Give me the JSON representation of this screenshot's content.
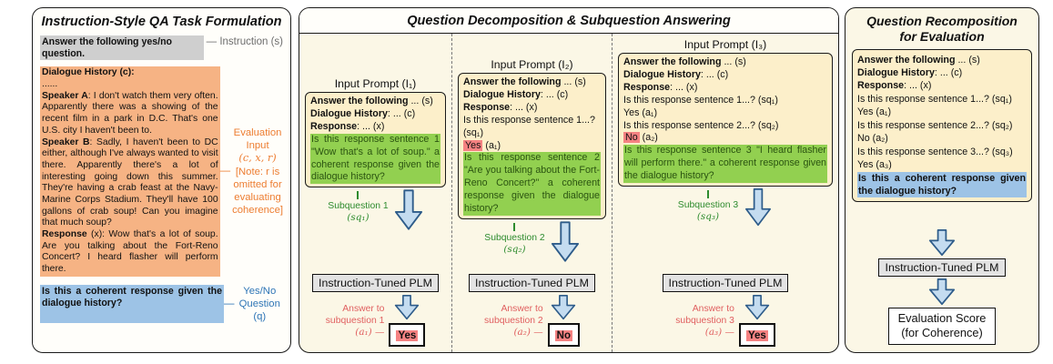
{
  "ui": {
    "dash": "—"
  },
  "colors": {
    "panel_cream": "#fbf7e6",
    "prompt_box": "#fcefca",
    "green_highlight": "#92d050",
    "green_text": "#2b5411",
    "red_highlight": "#f58282",
    "orange_highlight": "#f6b384",
    "orange_note": "#ed7d31",
    "blue_highlight": "#9dc3e6",
    "blue_note": "#2e75b6",
    "gray_highlight": "#cfcfcf",
    "arrow_fill": "#c4dcf0",
    "arrow_stroke": "#2e5c8a",
    "subq_green": "#2e8b2e",
    "answer_red": "#e05f5f"
  },
  "left": {
    "title": "Instruction-Style QA Task Formulation",
    "instruction_text": "Answer the following yes/no question.",
    "instruction_label": "— Instruction (s)",
    "dialogue_header": "Dialogue History (c):",
    "dots": "......",
    "speaker_a_bold": "Speaker A",
    "speaker_a_text": ": I don't watch them very often. Apparently there was a showing of the recent film in a park in D.C. That's one U.S. city I haven't been to.",
    "speaker_b_bold": "Speaker B",
    "speaker_b_text": ": Sadly, I haven't been to DC either, although I've always wanted to visit there. Apparently there's a lot of interesting going down this summer. They're having a crab feast at the Navy-Marine Corps Stadium. They'll have 100 gallons of crab soup! Can you imagine that much soup?",
    "response_bold": "Response",
    "response_text": " (x): Wow that's a lot of soup. Are you talking about the Fort-Reno Concert? I heard flasher will perform there.",
    "eval_line1": "Evaluation Input",
    "eval_line2": "(c, x, r)",
    "eval_note": "[Note: r is omitted for evaluating coherence]",
    "question_text": "Is this a coherent response given the dialogue history?",
    "q_label1": "Yes/No",
    "q_label2": "Question (q)"
  },
  "mid": {
    "title": "Question Decomposition & Subquestion Answering",
    "columns": [
      {
        "header": "Input Prompt (I₁)",
        "s_bold": "Answer the following",
        "s_rest": " ... (s)",
        "c_bold": "Dialogue History",
        "c_rest": ": ... (c)",
        "x_bold": "Response",
        "x_rest": ": ... (x)",
        "green_q": "Is this response sentence 1 \"Wow that's a lot of soup.\" a coherent response given the dialogue history?",
        "subq_line1": "Subquestion 1",
        "subq_line2": "(sq₁)",
        "plm": "Instruction-Tuned PLM",
        "ans_line1": "Answer to",
        "ans_line2": "subquestion 1",
        "ans_line3": "(a₁) —",
        "answer": "Yes"
      },
      {
        "header": "Input Prompt (I₂)",
        "s_bold": "Answer the following",
        "s_rest": " ... (s)",
        "c_bold": "Dialogue History",
        "c_rest": ": ... (c)",
        "x_bold": "Response",
        "x_rest": ": ... (x)",
        "qa1_q": "Is this response sentence 1...? (sq₁)",
        "qa1_a_hl": "Yes",
        "qa1_a_rest": " (a₁)",
        "green_q": "Is this response sentence 2 \"Are you talking about the Fort-Reno Concert?\" a coherent response given the dialogue history?",
        "subq_line1": "Subquestion 2",
        "subq_line2": "(sq₂)",
        "plm": "Instruction-Tuned PLM",
        "ans_line1": "Answer to",
        "ans_line2": "subquestion 2",
        "ans_line3": "(a₂) —",
        "answer": "No"
      },
      {
        "header": "Input Prompt (I₃)",
        "s_bold": "Answer the following",
        "s_rest": " ... (s)",
        "c_bold": "Dialogue History",
        "c_rest": ": ... (c)",
        "x_bold": "Response",
        "x_rest": ": ... (x)",
        "qa1_q": "Is this response sentence 1...? (sq₁)",
        "qa1_a_hl": "Yes",
        "qa1_a_rest": " (a₁)",
        "qa2_q": "Is this response sentence 2...? (sq₂)",
        "qa2_a_hl": "No",
        "qa2_a_rest": " (a₂)",
        "green_q": "Is this response sentence 3 \"I heard flasher will perform there.\" a coherent response given the dialogue history?",
        "subq_line1": "Subquestion 3",
        "subq_line2": "(sq₃)",
        "plm": "Instruction-Tuned PLM",
        "ans_line1": "Answer to",
        "ans_line2": "subquestion 3",
        "ans_line3": "(a₃) —",
        "answer": "Yes"
      }
    ]
  },
  "right": {
    "title1": "Question Recomposition",
    "title2": "for Evaluation",
    "s_bold": "Answer the following",
    "s_rest": " ... (s)",
    "c_bold": "Dialogue History",
    "c_rest": ": ... (c)",
    "x_bold": "Response",
    "x_rest": ": ... (x)",
    "qa_lines": [
      "Is this response sentence 1...? (sq₁)",
      "Yes (a₁)",
      "Is this response sentence 2...? (sq₂)",
      "No (a₂)",
      "Is this response sentence 3...? (sq₃)",
      "Yes (a₃)"
    ],
    "final_q": "Is this a coherent response given the dialogue history?",
    "plm": "Instruction-Tuned PLM",
    "score1": "Evaluation Score",
    "score2": "(for Coherence)"
  }
}
